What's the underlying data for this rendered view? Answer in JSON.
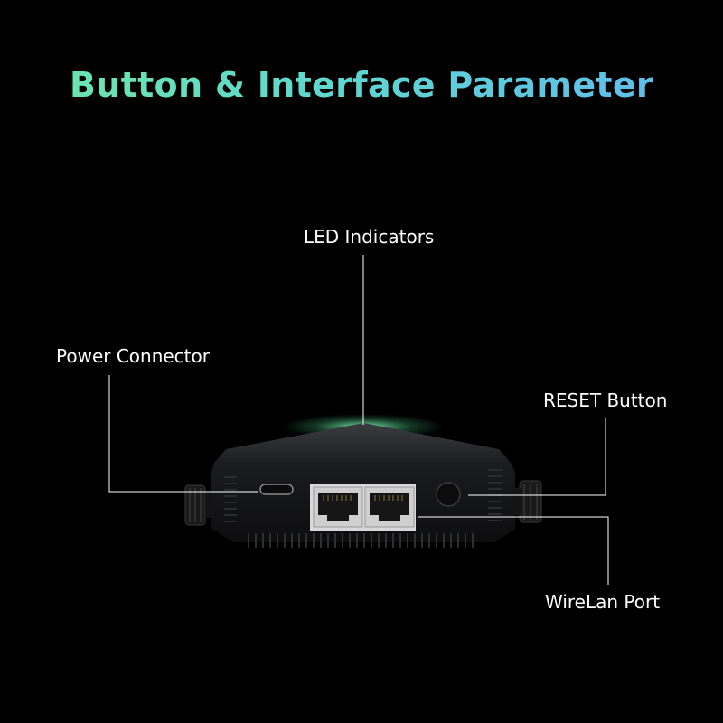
{
  "title": "Button & Interface Parameter",
  "callouts": {
    "led": "LED Indicators",
    "power": "Power Connector",
    "reset": "RESET Button",
    "wirelan": "WireLan Port"
  },
  "colors": {
    "background": "#000000",
    "title_gradient_start": "#6fe6a8",
    "title_gradient_end": "#5fb8f0",
    "led_glow": "#7dffb0",
    "callout_line": "#ffffff"
  }
}
